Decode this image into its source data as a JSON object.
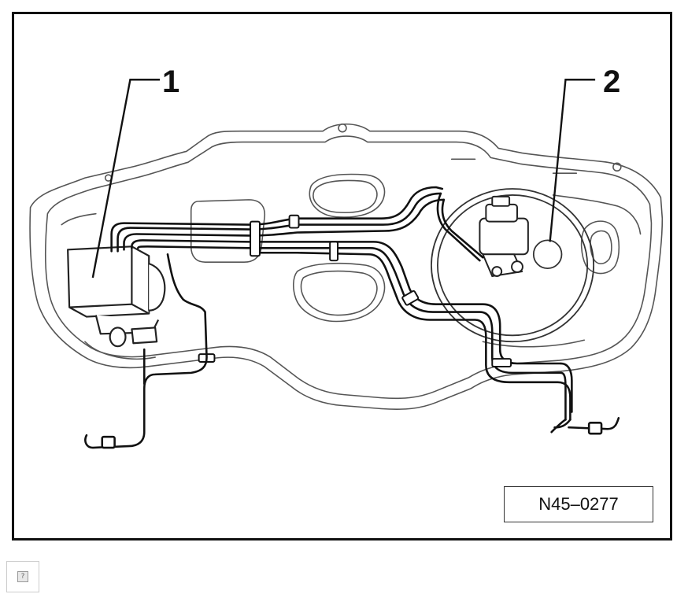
{
  "figure": {
    "callouts": [
      {
        "label": "1"
      },
      {
        "label": "2"
      }
    ],
    "reference_code": "N45–0277"
  },
  "broken_image": {
    "icon": "broken-image-icon",
    "glyph": "?"
  }
}
